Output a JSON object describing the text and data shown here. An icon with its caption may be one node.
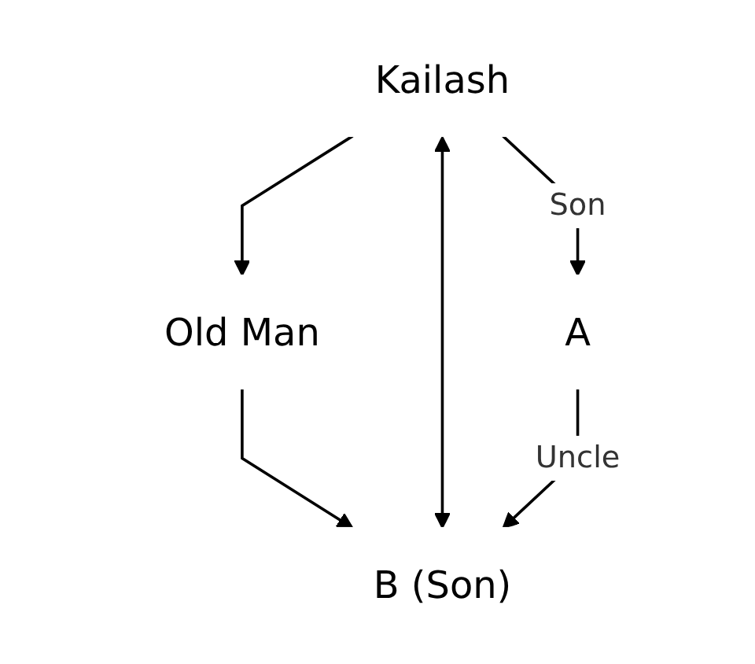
{
  "diagram": {
    "nodes": [
      {
        "text": [
          "Old Man"
        ]
      },
      {
        "text": [
          "Kailash"
        ]
      },
      {
        "text": [
          "B (Son)"
        ]
      },
      {
        "text": [
          "A"
        ]
      }
    ],
    "edges": [
      {
        "from": 1,
        "to": 0,
        "arrow": "to"
      },
      {
        "from": 0,
        "to": 2,
        "arrow": "to"
      },
      {
        "from": 1,
        "to": 2,
        "arrow": "both"
      },
      {
        "from": 1,
        "to": 3,
        "arrow": "to",
        "label": "Son"
      },
      {
        "from": 3,
        "to": 2,
        "arrow": "to",
        "label": "Uncle"
      }
    ]
  }
}
